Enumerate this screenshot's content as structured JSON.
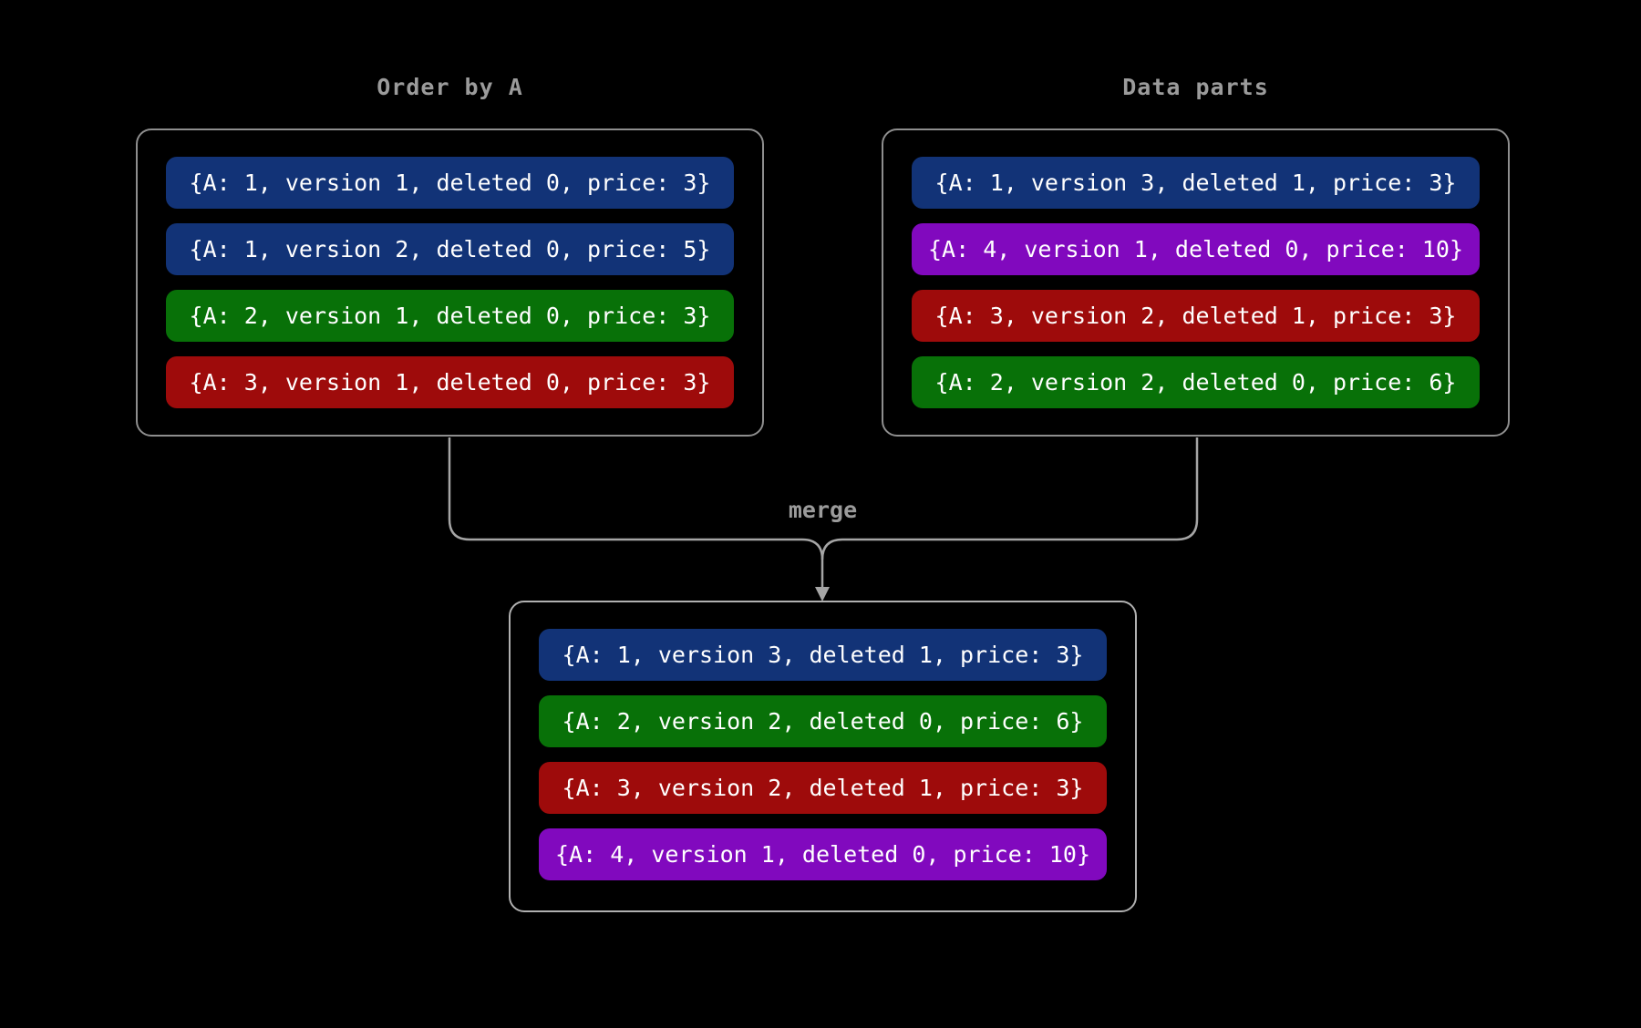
{
  "background": "#000000",
  "colors": {
    "blue": "#123377",
    "green": "#087108",
    "red": "#9e0b0b",
    "purple": "#8109be",
    "box_border": "#8e8e8e",
    "merged_box_border": "#b0b0b0",
    "connector": "#a5a5a5",
    "label_text": "#9b9b9b",
    "row_text": "#ffffff"
  },
  "labels": {
    "left_title": "Order by A",
    "right_title": "Data parts",
    "merge": "merge"
  },
  "panels": {
    "order_by_a": {
      "title": "Order by A",
      "rows": [
        {
          "color": "blue",
          "text": "{A: 1, version 1, deleted 0, price: 3}"
        },
        {
          "color": "blue",
          "text": "{A: 1, version 2, deleted 0, price: 5}"
        },
        {
          "color": "green",
          "text": "{A: 2, version 1, deleted 0, price: 3}"
        },
        {
          "color": "red",
          "text": "{A: 3, version 1, deleted 0, price: 3}"
        }
      ]
    },
    "data_parts": {
      "title": "Data parts",
      "rows": [
        {
          "color": "blue",
          "text": "{A: 1, version 3, deleted 1, price: 3}"
        },
        {
          "color": "purple",
          "text": "{A: 4, version 1, deleted 0, price: 10}"
        },
        {
          "color": "red",
          "text": "{A: 3, version 2, deleted 1, price: 3}"
        },
        {
          "color": "green",
          "text": "{A: 2, version 2, deleted 0, price: 6}"
        }
      ]
    },
    "merged": {
      "rows": [
        {
          "color": "blue",
          "text": "{A: 1, version 3, deleted 1, price: 3}"
        },
        {
          "color": "green",
          "text": "{A: 2, version 2, deleted 0, price: 6}"
        },
        {
          "color": "red",
          "text": "{A: 3, version 2, deleted 1, price: 3}"
        },
        {
          "color": "purple",
          "text": "{A: 4, version 1, deleted 0, price: 10}"
        }
      ]
    }
  }
}
